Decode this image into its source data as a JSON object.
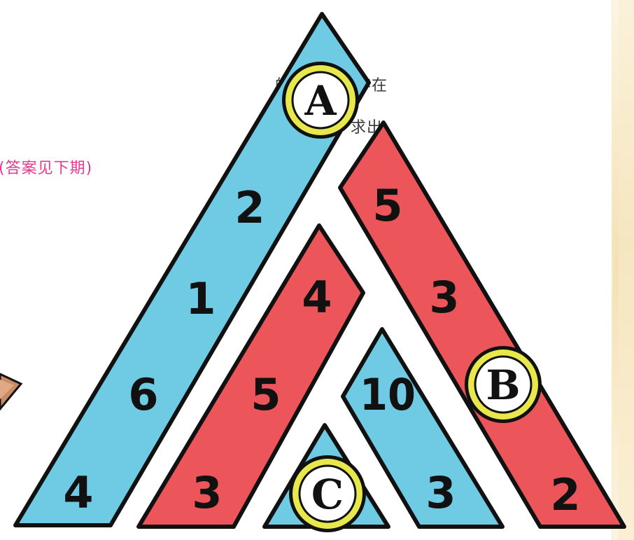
{
  "text": {
    "line1": "的数字之间存在",
    "line2": "排列规律，求出",
    "line3": "(答案见下期)"
  },
  "labels": {
    "A": "A",
    "B": "B",
    "C": "C"
  },
  "numbers": {
    "left_strip": [
      "2",
      "1",
      "6",
      "4"
    ],
    "right_strip": [
      "5",
      "3",
      "2"
    ],
    "inner_left_strip": [
      "4",
      "5",
      "3"
    ],
    "inner_right_strip": [
      "10",
      "3"
    ]
  },
  "colors": {
    "blue": "#6ecbe3",
    "red": "#ec5559",
    "outline": "#111111",
    "circle_fill": "#ffffff",
    "circle_ring": "#e8e84c",
    "pink_text": "#e6398f"
  }
}
